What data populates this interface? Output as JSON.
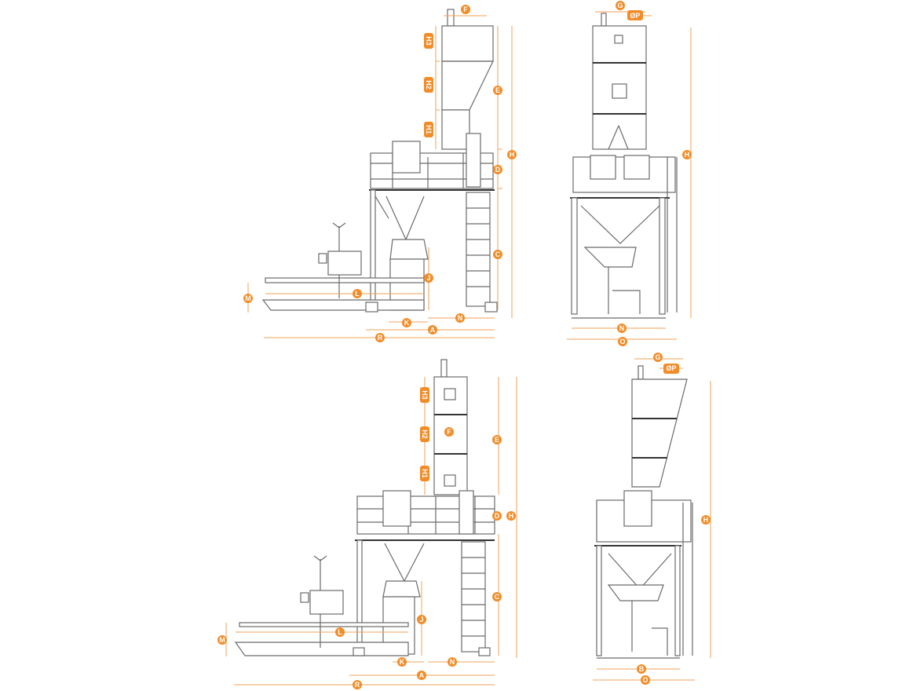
{
  "accent_color": "#f28c28",
  "views": [
    {
      "name": "side-view-variant-1",
      "labels": [
        "F",
        "H3",
        "H2",
        "H1",
        "E",
        "H",
        "D",
        "C",
        "J",
        "M",
        "L",
        "K",
        "N",
        "A",
        "R"
      ]
    },
    {
      "name": "front-view-variant-1",
      "labels": [
        "G",
        "ØP",
        "H",
        "N",
        "O"
      ]
    },
    {
      "name": "side-view-variant-2",
      "labels": [
        "H3",
        "H2",
        "F",
        "H1",
        "E",
        "D",
        "H",
        "C",
        "J",
        "M",
        "L",
        "K",
        "N",
        "A",
        "R"
      ]
    },
    {
      "name": "front-view-variant-2",
      "labels": [
        "G",
        "ØP",
        "H",
        "B",
        "O"
      ]
    }
  ]
}
